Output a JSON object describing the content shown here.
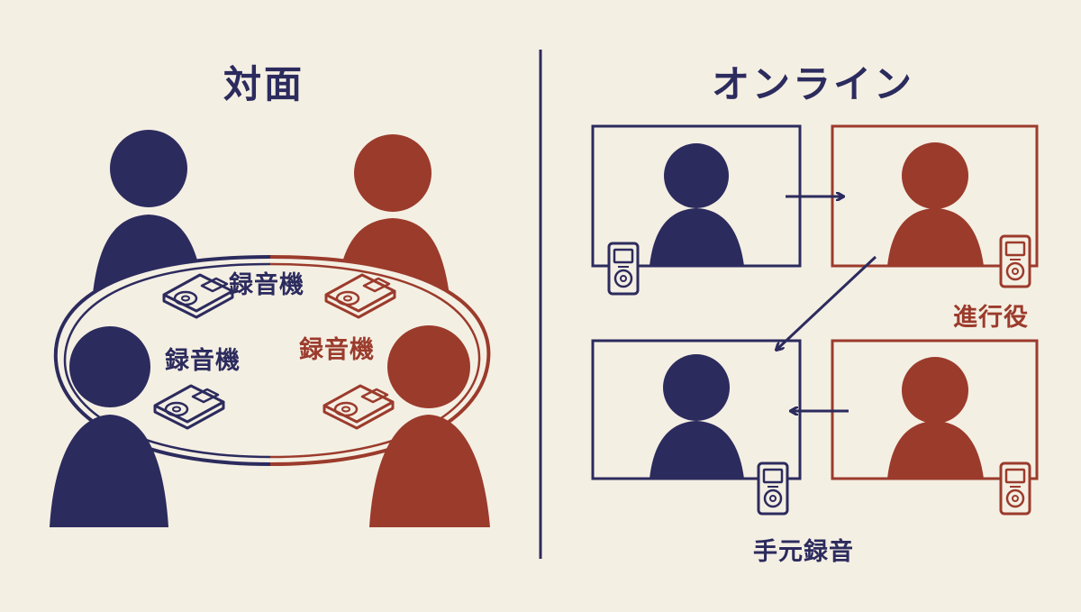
{
  "left": {
    "title": "対面",
    "device_labels": [
      "録音機",
      "録音機",
      "録音機"
    ]
  },
  "right": {
    "title": "オンライン",
    "facilitator_label": "進行役",
    "local_recording_label": "手元録音"
  },
  "colors": {
    "background": "#f4efe3",
    "navy": "#2c2b5e",
    "rust": "#9b3b2c"
  },
  "icons": [
    "person-icon",
    "voice-recorder-icon",
    "arrow-icon",
    "video-tile"
  ]
}
